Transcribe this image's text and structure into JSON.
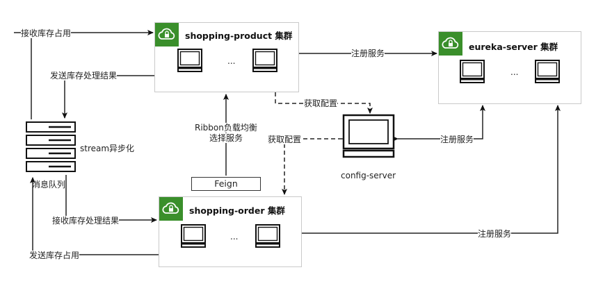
{
  "groups": {
    "shopping_product": {
      "title": "shopping-product 集群"
    },
    "eureka_server": {
      "title": "eureka-server 集群"
    },
    "shopping_order": {
      "title": "shopping-order 集群"
    }
  },
  "nodes": {
    "config_server": "config-server",
    "message_queue": "消息队列",
    "feign": "Feign"
  },
  "ellipsis": "...",
  "labels": {
    "receive_stock_top": "接收库存占用",
    "send_stock_result": "发送库存处理结果",
    "stream_async": "stream异步化",
    "register_product": "注册服务",
    "get_config_product": "获取配置",
    "ribbon_line1": "Ribbon负载均衡",
    "ribbon_line2": "选择服务",
    "get_config_order": "获取配置",
    "register_config": "注册服务",
    "receive_stock_result": "接收库存处理结果",
    "register_order": "注册服务",
    "send_stock_bottom": "发送库存占用"
  },
  "colors": {
    "badge": "#3a8f2b",
    "line": "#222222",
    "border": "#c9c9c9"
  },
  "icons": [
    "cloud-lock-icon",
    "monitor-icon",
    "server-stack-icon"
  ]
}
